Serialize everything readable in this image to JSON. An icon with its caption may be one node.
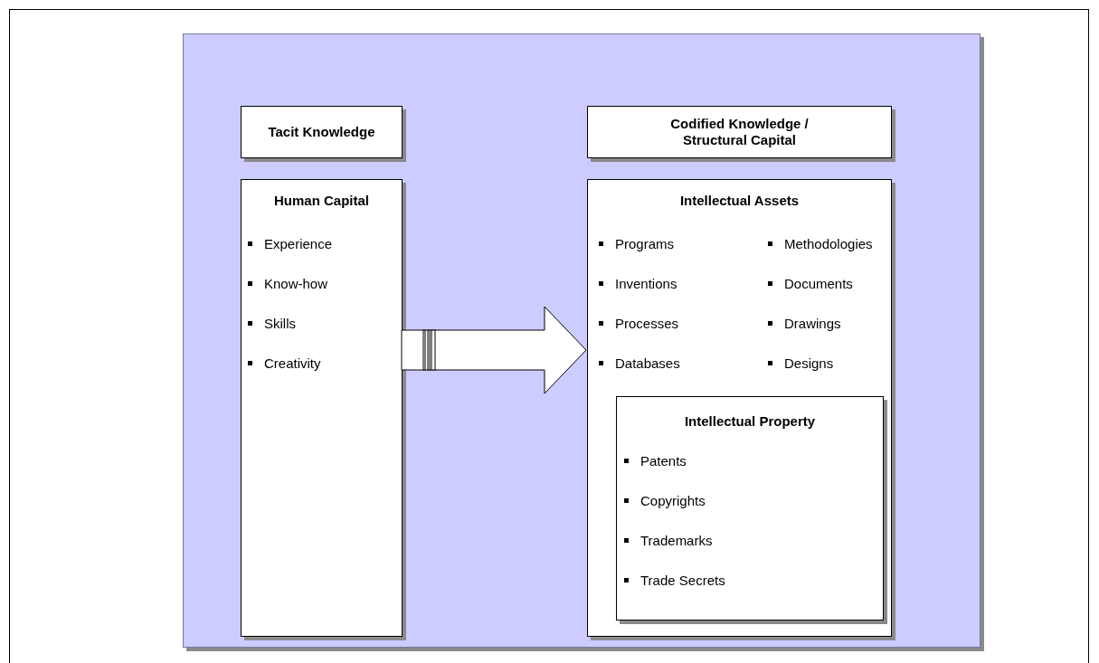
{
  "diagram": {
    "nodes": [
      {
        "text": [],
        "shape": "box"
      },
      {
        "text": [
          "Tacit Knowledge"
        ],
        "in": 0
      },
      {
        "text": [
          "Codified Knowledge / Structural Capital"
        ],
        "in": 0
      },
      {
        "text": [
          "Human Capital",
          "Experience",
          "Know-how",
          "Skills",
          "Creativity"
        ],
        "in": 0
      },
      {
        "text": [
          "Intellectual Assets",
          "Programs",
          "Methodologies",
          "Inventions",
          "Documents",
          "Processes",
          "Drawings",
          "Databases",
          "Designs"
        ],
        "in": 0
      },
      {
        "text": [
          "Intellectual Property",
          "Patents",
          "Copyrights",
          "Trademarks",
          "Trade Secrets"
        ],
        "in": 4
      }
    ],
    "edges": [
      {
        "from": 3,
        "to": 4,
        "arrow": "to",
        "style": "thick"
      }
    ]
  }
}
